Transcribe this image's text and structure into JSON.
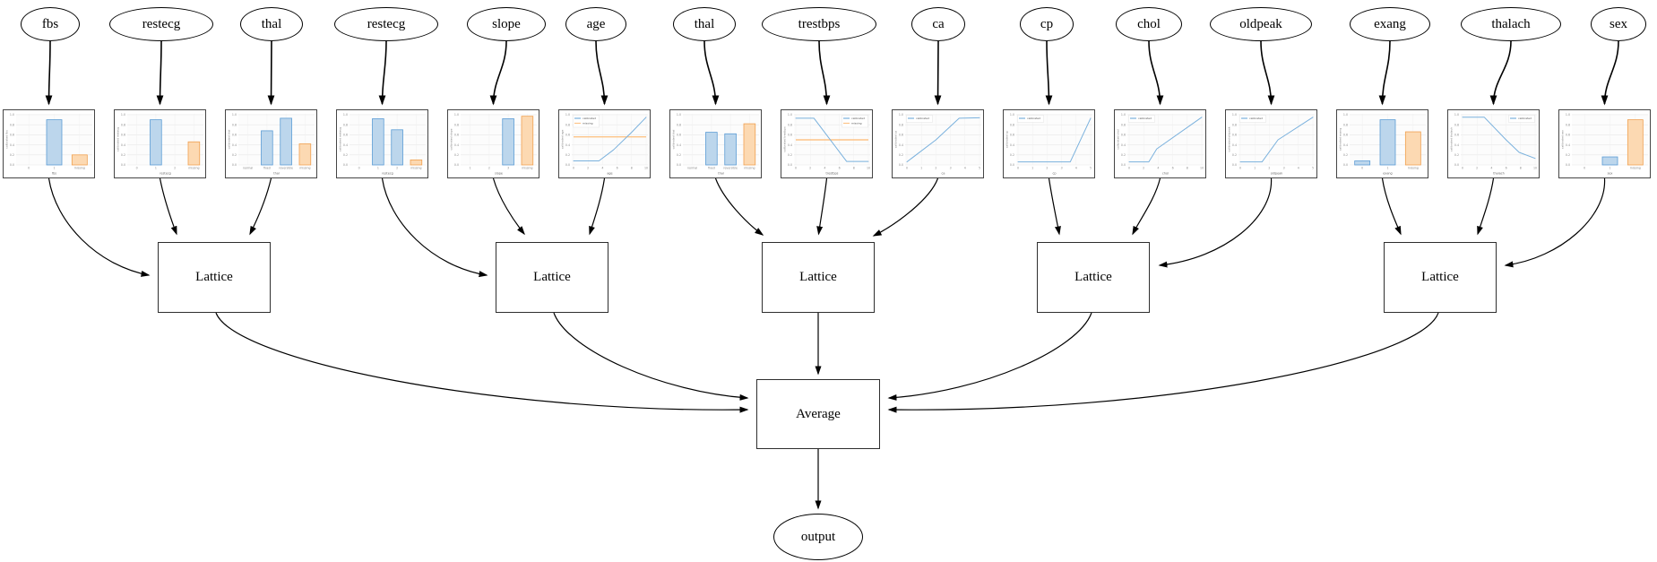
{
  "nodes": {
    "lattice_label": "Lattice",
    "average_label": "Average",
    "output_label": "output"
  },
  "colors": {
    "bar_blue_fill": "#bcd6ec",
    "bar_blue_edge": "#5b9cd5",
    "bar_orange_fill": "#fcd9b2",
    "bar_orange_edge": "#f0a050",
    "line_blue": "#7ab1dd",
    "line_orange": "#fdc488",
    "chart_frame": "#454545",
    "grid_line": "#e8e8e8",
    "edge_color": "#000000"
  },
  "features": [
    {
      "label": "fbs",
      "chart": {
        "type": "bar",
        "xlabel": "fbs",
        "ylabel": "calibrated fbs",
        "y_ticks": [
          "0.0",
          "0.2",
          "0.4",
          "0.6",
          "0.8",
          "1.0"
        ],
        "x_ticks": [
          "0",
          "1",
          "missing"
        ],
        "bar_values": [
          0,
          0.9,
          0.2
        ],
        "bar_colors": [
          "",
          "blue",
          "orange"
        ]
      }
    },
    {
      "label": "restecg",
      "chart": {
        "type": "bar",
        "xlabel": "restecg",
        "ylabel": "calibrated restecg",
        "y_ticks": [
          "0.0",
          "0.2",
          "0.4",
          "0.6",
          "0.8",
          "1.0"
        ],
        "x_ticks": [
          "0",
          "1",
          "2",
          "missing"
        ],
        "bar_values": [
          0,
          0.9,
          0,
          0.46
        ],
        "bar_colors": [
          "",
          "blue",
          "",
          "orange"
        ]
      }
    },
    {
      "label": "thal",
      "chart": {
        "type": "bar",
        "xlabel": "thal",
        "ylabel": "calibrated thal",
        "y_ticks": [
          "0.0",
          "0.2",
          "0.4",
          "0.6",
          "0.8",
          "1.0"
        ],
        "x_ticks": [
          "normal",
          "fixed",
          "reversible",
          "missing"
        ],
        "bar_values": [
          0,
          0.68,
          0.93,
          0.42
        ],
        "bar_colors": [
          "",
          "blue",
          "blue",
          "orange"
        ]
      }
    },
    {
      "label": "restecg",
      "chart": {
        "type": "bar",
        "xlabel": "restecg",
        "ylabel": "calibrated restecg",
        "y_ticks": [
          "0.0",
          "0.2",
          "0.4",
          "0.6",
          "0.8",
          "1.0"
        ],
        "x_ticks": [
          "0",
          "1",
          "2",
          "missing"
        ],
        "bar_values": [
          0,
          0.92,
          0.7,
          0.1
        ],
        "bar_colors": [
          "",
          "blue",
          "blue",
          "orange"
        ]
      }
    },
    {
      "label": "slope",
      "chart": {
        "type": "bar",
        "xlabel": "slope",
        "ylabel": "calibrated slope",
        "y_ticks": [
          "0.0",
          "0.2",
          "0.4",
          "0.6",
          "0.8",
          "1.0"
        ],
        "x_ticks": [
          "1",
          "2",
          "3",
          "missing"
        ],
        "bar_values": [
          0,
          0,
          0.92,
          0.97
        ],
        "bar_colors": [
          "",
          "",
          "blue",
          "orange"
        ]
      }
    },
    {
      "label": "age",
      "chart": {
        "type": "line",
        "xlabel": "age",
        "ylabel": "calibrated age",
        "y_ticks": [
          "0.0",
          "0.2",
          "0.4",
          "0.6",
          "0.8",
          "1.0"
        ],
        "x_ticks": [
          "0",
          "2",
          "4",
          "6",
          "8",
          "10"
        ],
        "line_points": [
          [
            0,
            0.08
          ],
          [
            0.35,
            0.08
          ],
          [
            0.55,
            0.3
          ],
          [
            0.8,
            0.65
          ],
          [
            1,
            0.95
          ]
        ],
        "missing_line_y": 0.56,
        "legend": {
          "entries": [
            "calibrated",
            "missing"
          ],
          "position": "left"
        }
      }
    },
    {
      "label": "thal",
      "chart": {
        "type": "bar",
        "xlabel": "thal",
        "ylabel": "calibrated thal",
        "y_ticks": [
          "0.0",
          "0.2",
          "0.4",
          "0.6",
          "0.8",
          "1.0"
        ],
        "x_ticks": [
          "normal",
          "fixed",
          "reversible",
          "missing"
        ],
        "bar_values": [
          0,
          0.65,
          0.62,
          0.82
        ],
        "bar_colors": [
          "",
          "blue",
          "blue",
          "orange"
        ]
      }
    },
    {
      "label": "trestbps",
      "chart": {
        "type": "line",
        "xlabel": "trestbps",
        "ylabel": "calibrated trestbps",
        "y_ticks": [
          "0.0",
          "0.2",
          "0.4",
          "0.6",
          "0.8",
          "1.0"
        ],
        "x_ticks": [
          "0",
          "2",
          "4",
          "6",
          "8",
          "10"
        ],
        "line_points": [
          [
            0,
            0.93
          ],
          [
            0.25,
            0.93
          ],
          [
            0.7,
            0.07
          ],
          [
            1,
            0.07
          ]
        ],
        "missing_line_y": 0.5,
        "legend": {
          "entries": [
            "calibrated",
            "missing"
          ],
          "position": "right"
        }
      }
    },
    {
      "label": "ca",
      "chart": {
        "type": "line",
        "xlabel": "ca",
        "ylabel": "calibrated ca",
        "y_ticks": [
          "0.0",
          "0.2",
          "0.4",
          "0.6",
          "0.8",
          "1.0"
        ],
        "x_ticks": [
          "0",
          "1",
          "2",
          "3",
          "4",
          "5"
        ],
        "line_points": [
          [
            0,
            0.06
          ],
          [
            0.4,
            0.5
          ],
          [
            0.72,
            0.93
          ],
          [
            1,
            0.94
          ]
        ],
        "legend": {
          "entries": [
            "calibrated"
          ],
          "position": "left"
        }
      }
    },
    {
      "label": "cp",
      "chart": {
        "type": "line",
        "xlabel": "cp",
        "ylabel": "calibrated cp",
        "y_ticks": [
          "0.0",
          "0.2",
          "0.4",
          "0.6",
          "0.8",
          "1.0"
        ],
        "x_ticks": [
          "0",
          "1",
          "2",
          "3",
          "4",
          "5"
        ],
        "line_points": [
          [
            0,
            0.06
          ],
          [
            0.72,
            0.06
          ],
          [
            1,
            0.93
          ]
        ],
        "legend": {
          "entries": [
            "calibrated"
          ],
          "position": "left"
        }
      }
    },
    {
      "label": "chol",
      "chart": {
        "type": "line",
        "xlabel": "chol",
        "ylabel": "calibrated chol",
        "y_ticks": [
          "0.0",
          "0.2",
          "0.4",
          "0.6",
          "0.8",
          "1.0"
        ],
        "x_ticks": [
          "0",
          "2",
          "4",
          "6",
          "8",
          "10"
        ],
        "line_points": [
          [
            0,
            0.06
          ],
          [
            0.27,
            0.06
          ],
          [
            0.38,
            0.32
          ],
          [
            1,
            0.95
          ]
        ],
        "legend": {
          "entries": [
            "calibrated"
          ],
          "position": "left"
        }
      }
    },
    {
      "label": "oldpeak",
      "chart": {
        "type": "line",
        "xlabel": "oldpeak",
        "ylabel": "calibrated oldpeak",
        "y_ticks": [
          "0.0",
          "0.2",
          "0.4",
          "0.6",
          "0.8",
          "1.0"
        ],
        "x_ticks": [
          "0",
          "1",
          "2",
          "3",
          "4",
          "5"
        ],
        "line_points": [
          [
            0,
            0.06
          ],
          [
            0.3,
            0.06
          ],
          [
            0.52,
            0.5
          ],
          [
            1,
            0.95
          ]
        ],
        "legend": {
          "entries": [
            "calibrated"
          ],
          "position": "left"
        }
      }
    },
    {
      "label": "exang",
      "chart": {
        "type": "bar",
        "xlabel": "exang",
        "ylabel": "calibrated exang",
        "y_ticks": [
          "0.0",
          "0.2",
          "0.4",
          "0.6",
          "0.8",
          "1.0"
        ],
        "x_ticks": [
          "0",
          "1",
          "missing"
        ],
        "bar_values": [
          0.08,
          0.9,
          0.66
        ],
        "bar_colors": [
          "blue",
          "blue",
          "orange"
        ]
      }
    },
    {
      "label": "thalach",
      "chart": {
        "type": "line",
        "xlabel": "thalach",
        "ylabel": "calibrated thalach",
        "y_ticks": [
          "0.0",
          "0.2",
          "0.4",
          "0.6",
          "0.8",
          "1.0"
        ],
        "x_ticks": [
          "0",
          "2",
          "4",
          "6",
          "8",
          "10"
        ],
        "line_points": [
          [
            0,
            0.95
          ],
          [
            0.3,
            0.95
          ],
          [
            0.6,
            0.5
          ],
          [
            0.78,
            0.25
          ],
          [
            1,
            0.13
          ]
        ],
        "legend": {
          "entries": [
            "calibrated"
          ],
          "position": "right"
        }
      }
    },
    {
      "label": "sex",
      "chart": {
        "type": "bar",
        "xlabel": "sex",
        "ylabel": "calibrated sex",
        "y_ticks": [
          "0.0",
          "0.2",
          "0.4",
          "0.6",
          "0.8",
          "1.0"
        ],
        "x_ticks": [
          "0",
          "1",
          "missing"
        ],
        "bar_values": [
          0,
          0.16,
          0.9
        ],
        "bar_colors": [
          "",
          "blue",
          "orange"
        ]
      }
    }
  ]
}
